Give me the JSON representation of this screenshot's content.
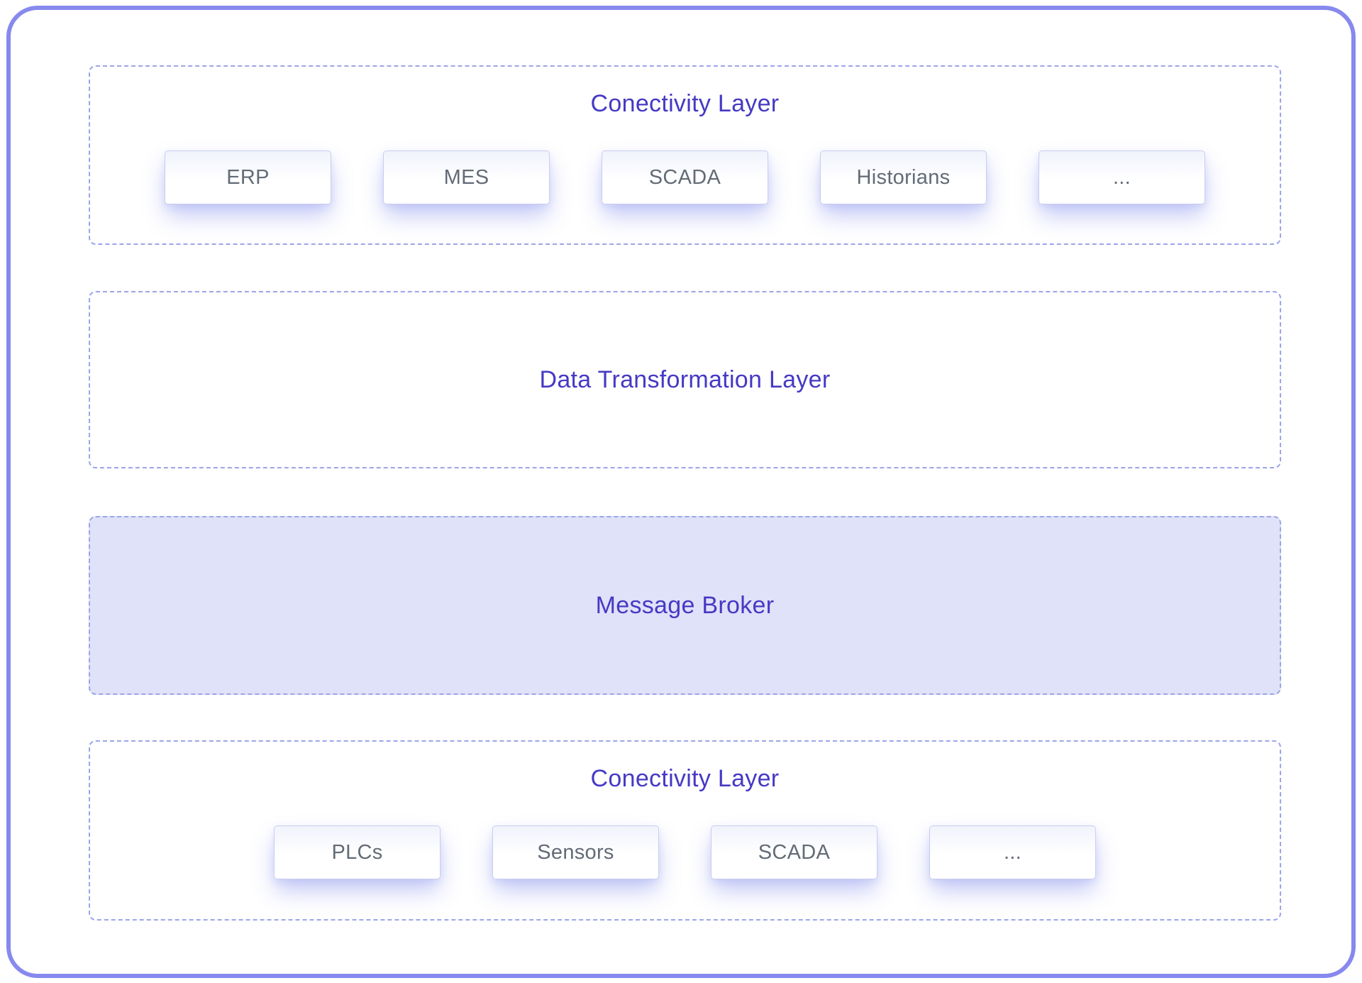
{
  "diagram": {
    "type": "layered-architecture",
    "layers": [
      {
        "id": "connectivity-top",
        "title": "Conectivity Layer",
        "boxes": [
          "ERP",
          "MES",
          "SCADA",
          "Historians",
          "..."
        ]
      },
      {
        "id": "data-transformation",
        "title": "Data Transformation Layer",
        "boxes": []
      },
      {
        "id": "message-broker",
        "title": "Message Broker",
        "boxes": [],
        "filled": true
      },
      {
        "id": "connectivity-bottom",
        "title": "Conectivity Layer",
        "boxes": [
          "PLCs",
          "Sensors",
          "SCADA",
          "..."
        ]
      }
    ],
    "colors": {
      "accent_text": "#4639c4",
      "outer_frame_border": "#8789ee",
      "dashed_border": "#9ca5e8",
      "message_broker_fill": "#dfe2f8",
      "component_box_border": "#c9cdf0",
      "component_box_text": "#636b76"
    }
  }
}
